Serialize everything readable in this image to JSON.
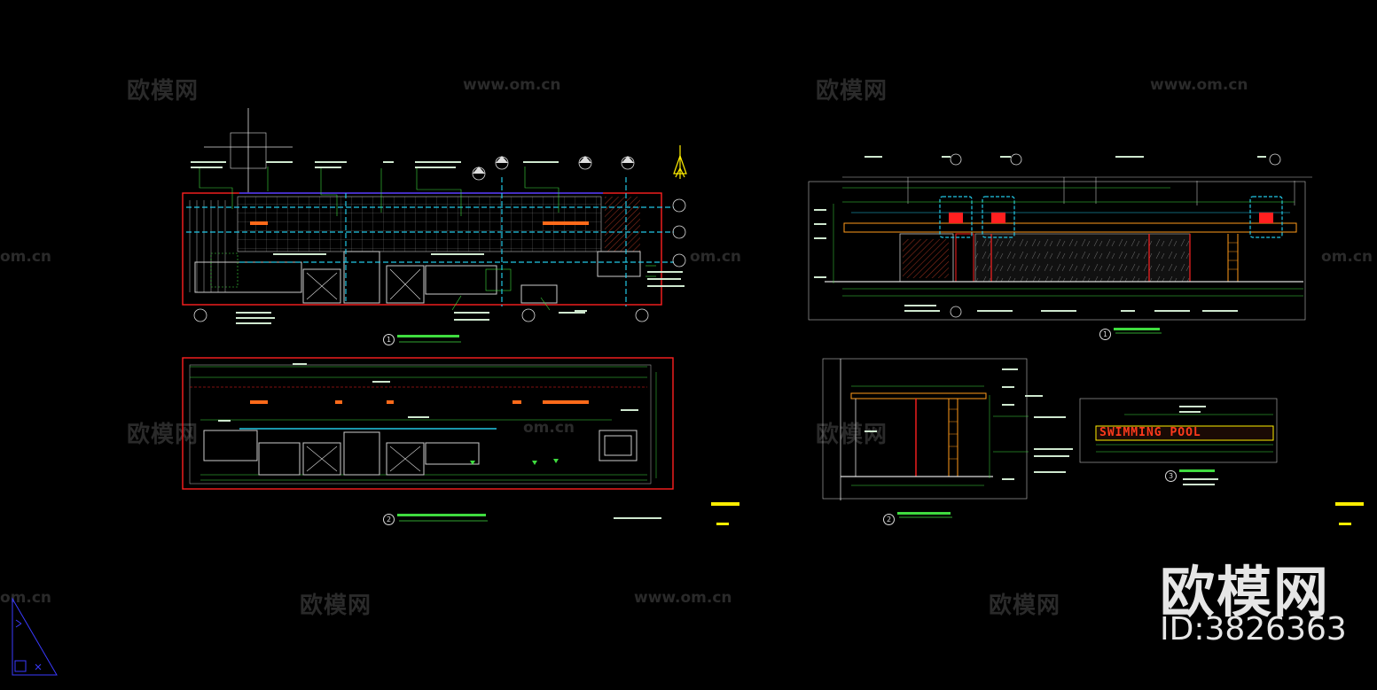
{
  "watermarks": {
    "cn_text": "欧模网",
    "url_text": "www.om.cn",
    "url_short": "om.cn"
  },
  "brand": {
    "logo_text": "欧模网",
    "id_text": "ID:3826363"
  },
  "drawings": {
    "sheet_left": {
      "view1_number": "1",
      "view2_number": "2"
    },
    "sheet_right": {
      "view1_number": "1",
      "view2_number": "2",
      "view3_number": "3",
      "sign_text": "SWIMMING POOL"
    }
  },
  "colors": {
    "background": "#000000",
    "cyan": "#22c8e6",
    "red": "#ff2020",
    "green": "#3fdc3f",
    "yellow": "#ffee00",
    "white": "#dddddd",
    "blue_ucs": "#3a3aff"
  },
  "icons": {
    "north_arrow": "north-arrow-icon",
    "ucs": "ucs-icon"
  }
}
